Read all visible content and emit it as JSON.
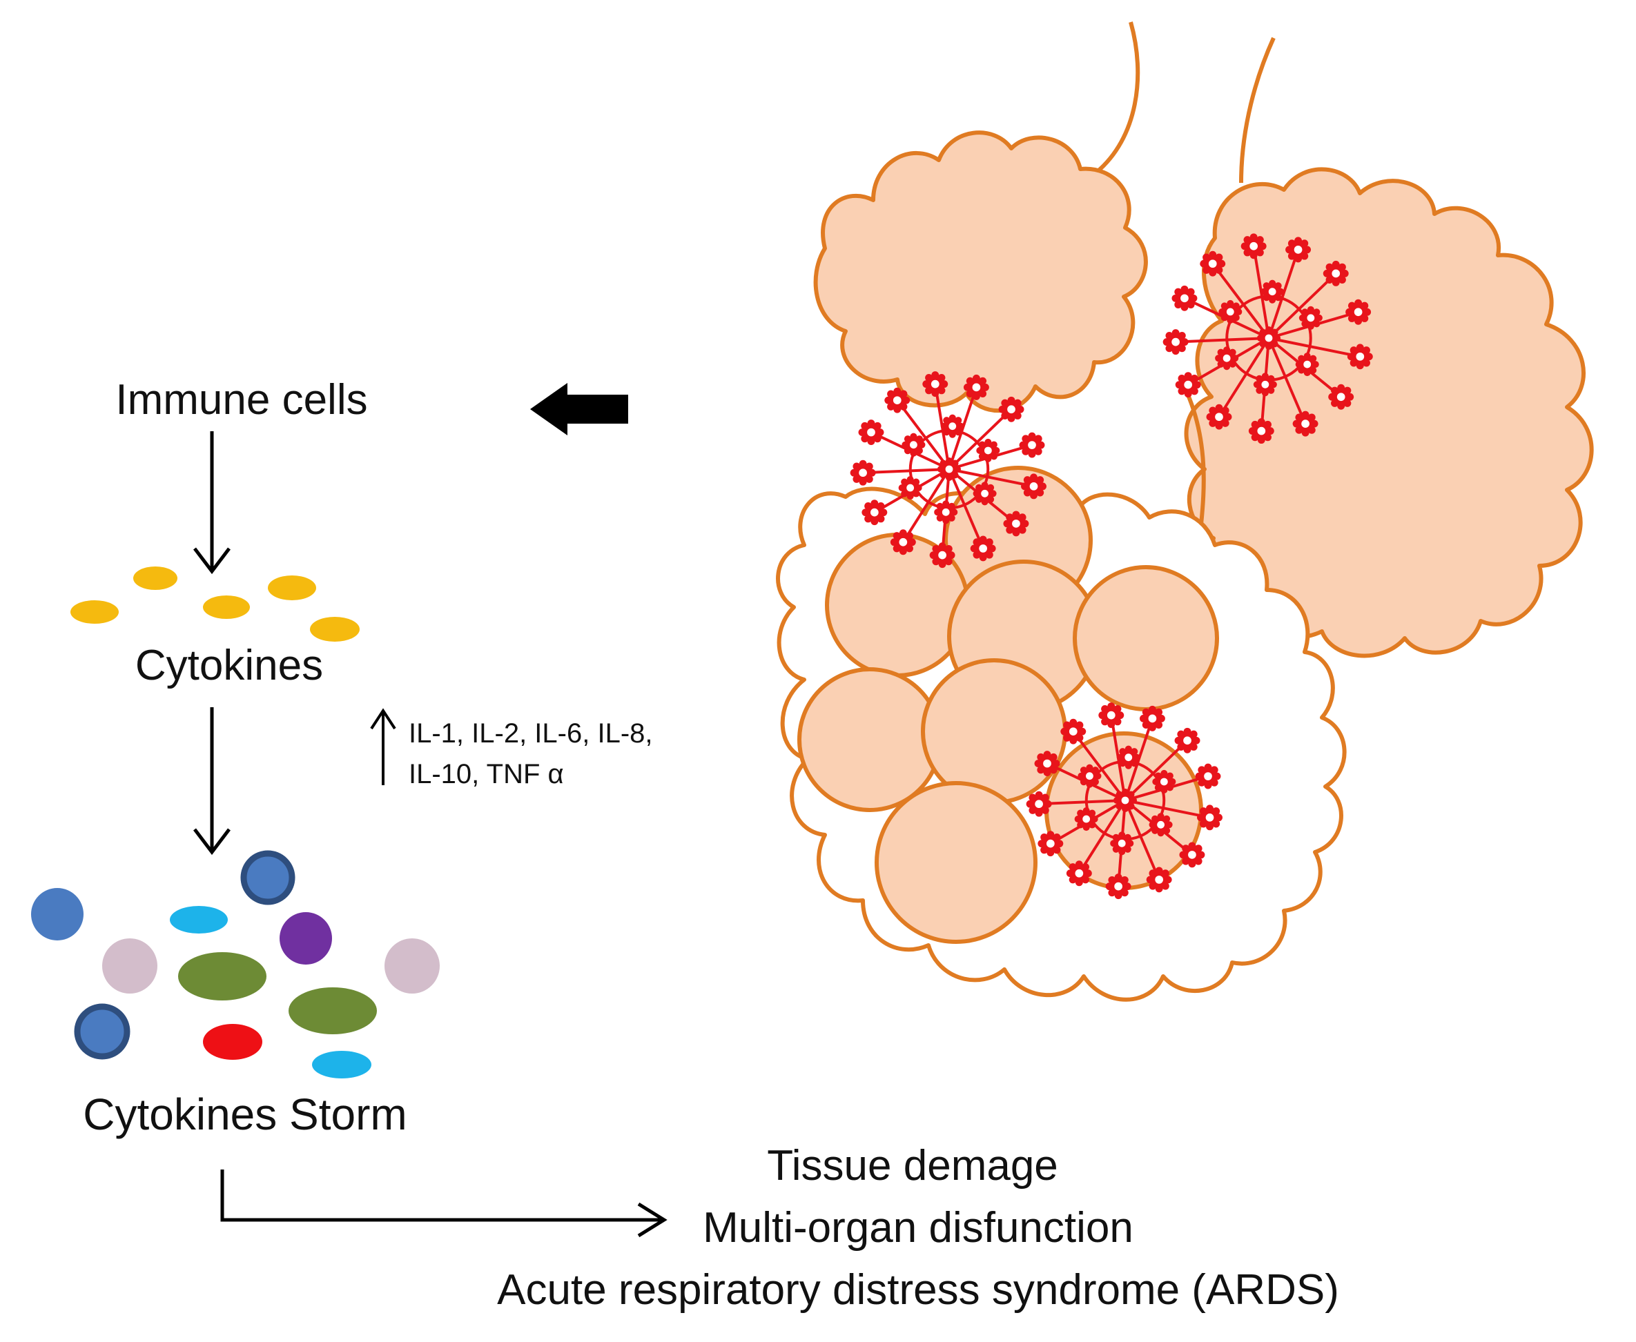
{
  "labels": {
    "immune_cells": "Immune cells",
    "cytokines": "Cytokines",
    "il_line1": "IL-1, IL-2, IL-6, IL-8,",
    "il_line2": "IL-10, TNF α",
    "cytokines_storm": "Cytokines Storm",
    "outcome_1": "Tissue demage",
    "outcome_2": "Multi-organ disfunction",
    "outcome_3": "Acute respiratory distress syndrome (ARDS)"
  },
  "colors": {
    "alveoli_stroke": "#E07B22",
    "alveoli_fill": "#FAD0B3",
    "virus": "#E8141B",
    "cytokine": "#F5BA0F",
    "storm_blue": "#4A7BC1",
    "storm_cyan": "#1DB3EA",
    "storm_green": "#6D8B35",
    "storm_purple": "#7030A0",
    "storm_pink": "#D3BDCB",
    "storm_red": "#EE1015"
  },
  "icons": {
    "big_arrow": "arrow-left-icon",
    "increase_arrow": "arrow-up-icon",
    "virus": "virus-icon"
  }
}
